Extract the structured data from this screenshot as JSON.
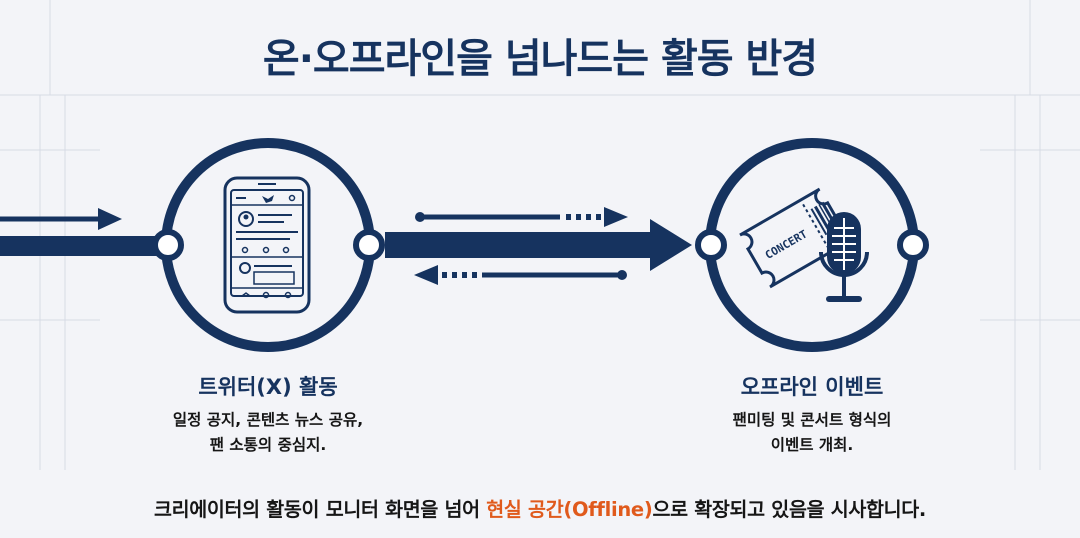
{
  "title": "온·오프라인을 넘나드는 활동 반경",
  "left_node": {
    "heading": "트위터(X) 활동",
    "desc_line1": "일정 공지, 콘텐츠 뉴스 공유,",
    "desc_line2": "팬 소통의 중심지."
  },
  "right_node": {
    "heading": "오프라인 이벤트",
    "desc_line1": "팬미팅 및 콘서트 형식의",
    "desc_line2": "이벤트 개최.",
    "ticket_text": "CONCERT"
  },
  "footer": {
    "before": "크리에이터의 활동이 모니터 화면을 넘어 ",
    "highlight": "현실 공간(Offline)",
    "after": "으로 확장되고 있음을 시사합니다."
  },
  "colors": {
    "navy": "#16335f",
    "accent": "#e05a1c",
    "background": "#f3f4f8"
  }
}
